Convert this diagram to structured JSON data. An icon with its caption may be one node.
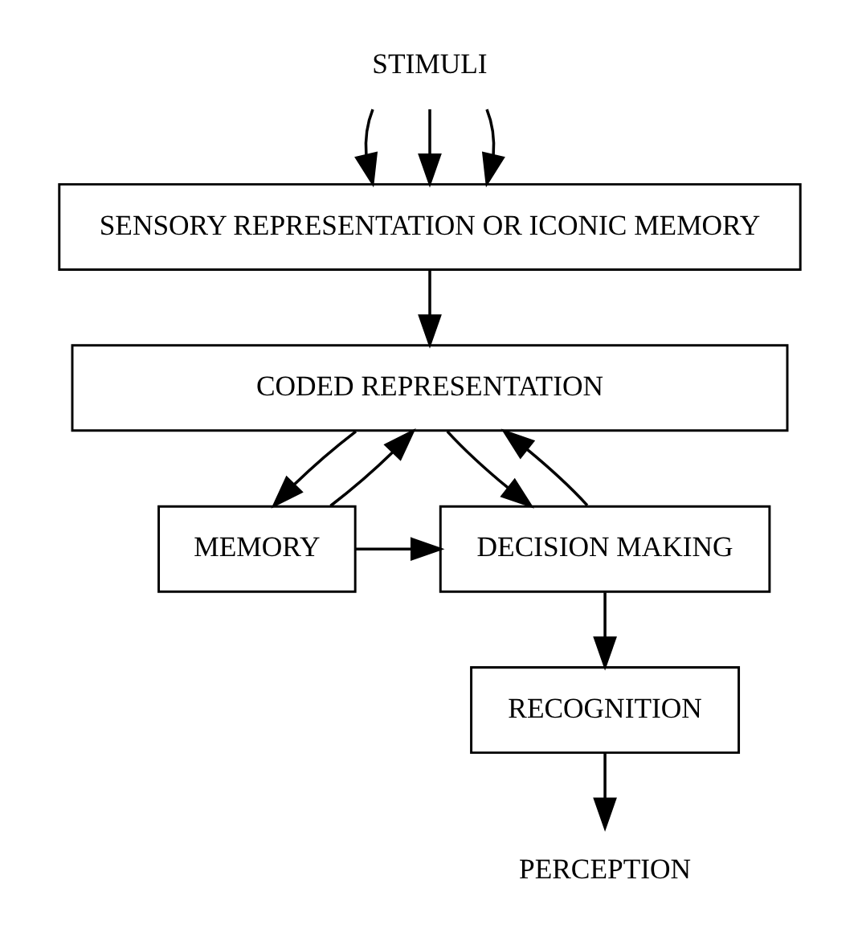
{
  "diagram": {
    "nodes": [
      {
        "text": [
          "STIMULI"
        ]
      },
      {
        "text": [
          "SENSORY REPRESENTATION OR ICONIC MEMORY"
        ]
      },
      {
        "text": [
          "CODED REPRESENTATION"
        ]
      },
      {
        "text": [
          "MEMORY"
        ]
      },
      {
        "text": [
          "DECISION MAKING"
        ]
      },
      {
        "text": [
          "RECOGNITION"
        ]
      },
      {
        "text": [
          "PERCEPTION"
        ]
      }
    ],
    "edges": [
      {
        "from": 0,
        "to": 1,
        "arrow": "to"
      },
      {
        "from": 0,
        "to": 1,
        "arrow": "to"
      },
      {
        "from": 0,
        "to": 1,
        "arrow": "to"
      },
      {
        "from": 1,
        "to": 2,
        "arrow": "to"
      },
      {
        "from": 2,
        "to": 3,
        "arrow": "to"
      },
      {
        "from": 3,
        "to": 2,
        "arrow": "to"
      },
      {
        "from": 2,
        "to": 4,
        "arrow": "to"
      },
      {
        "from": 4,
        "to": 2,
        "arrow": "to"
      },
      {
        "from": 3,
        "to": 4,
        "arrow": "to"
      },
      {
        "from": 4,
        "to": 5,
        "arrow": "to"
      },
      {
        "from": 5,
        "to": 6,
        "arrow": "to"
      }
    ]
  }
}
